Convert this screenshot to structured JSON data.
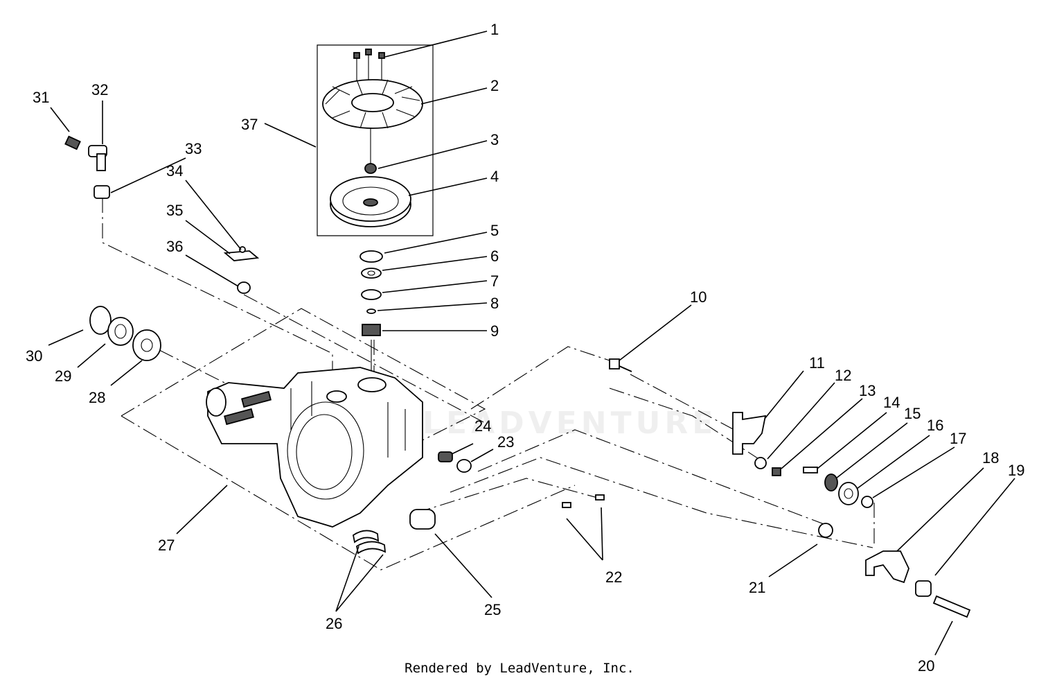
{
  "credit": "Rendered by LeadVenture, Inc.",
  "watermark_text": "LEADVENTURE",
  "callouts": [
    "1",
    "2",
    "3",
    "4",
    "5",
    "6",
    "7",
    "8",
    "9",
    "10",
    "11",
    "12",
    "13",
    "14",
    "15",
    "16",
    "17",
    "18",
    "19",
    "20",
    "21",
    "22",
    "23",
    "24",
    "25",
    "26",
    "27",
    "28",
    "29",
    "30",
    "31",
    "32",
    "33",
    "34",
    "35",
    "36",
    "37"
  ]
}
